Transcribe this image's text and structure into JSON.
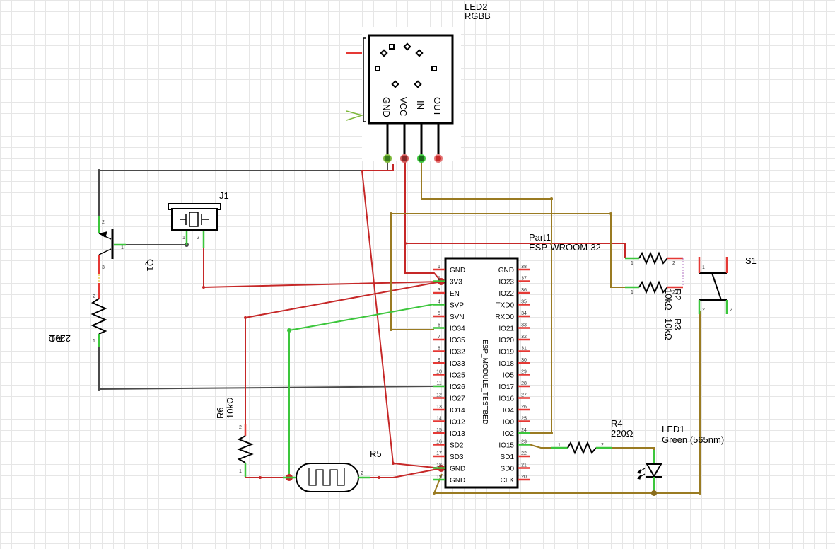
{
  "led2": {
    "ref": "LED2",
    "name": "RGBB",
    "pins": [
      "GND",
      "VCC",
      "IN",
      "OUT"
    ]
  },
  "esp": {
    "ref": "Part1",
    "name": "ESP-WROOM-32",
    "body_label": "ESP_MODULE_TESTBED",
    "left_pins": [
      {
        "num": "1",
        "name": "GND"
      },
      {
        "num": "2",
        "name": "3V3"
      },
      {
        "num": "3",
        "name": "EN"
      },
      {
        "num": "4",
        "name": "SVP"
      },
      {
        "num": "5",
        "name": "SVN"
      },
      {
        "num": "6",
        "name": "IO34"
      },
      {
        "num": "7",
        "name": "IO35"
      },
      {
        "num": "8",
        "name": "IO32"
      },
      {
        "num": "9",
        "name": "IO33"
      },
      {
        "num": "10",
        "name": "IO25"
      },
      {
        "num": "11",
        "name": "IO26"
      },
      {
        "num": "12",
        "name": "IO27"
      },
      {
        "num": "13",
        "name": "IO14"
      },
      {
        "num": "14",
        "name": "IO12"
      },
      {
        "num": "15",
        "name": "IO13"
      },
      {
        "num": "16",
        "name": "SD2"
      },
      {
        "num": "17",
        "name": "SD3"
      },
      {
        "num": "18",
        "name": "GND"
      },
      {
        "num": "19",
        "name": "GND"
      }
    ],
    "right_pins": [
      {
        "num": "38",
        "name": "GND"
      },
      {
        "num": "37",
        "name": "IO23"
      },
      {
        "num": "36",
        "name": "IO22"
      },
      {
        "num": "35",
        "name": "TXD0"
      },
      {
        "num": "34",
        "name": "RXD0"
      },
      {
        "num": "33",
        "name": "IO21"
      },
      {
        "num": "32",
        "name": "IO20"
      },
      {
        "num": "31",
        "name": "IO19"
      },
      {
        "num": "30",
        "name": "IO18"
      },
      {
        "num": "29",
        "name": "IO5"
      },
      {
        "num": "28",
        "name": "IO17"
      },
      {
        "num": "27",
        "name": "IO16"
      },
      {
        "num": "26",
        "name": "IO4"
      },
      {
        "num": "25",
        "name": "IO0"
      },
      {
        "num": "24",
        "name": "IO2"
      },
      {
        "num": "23",
        "name": "IO15"
      },
      {
        "num": "22",
        "name": "SD1"
      },
      {
        "num": "21",
        "name": "SD0"
      },
      {
        "num": "20",
        "name": "CLK"
      }
    ]
  },
  "components": {
    "j1": {
      "ref": "J1"
    },
    "q1": {
      "ref": "Q1"
    },
    "r1": {
      "ref": "R1",
      "value": "220Ω"
    },
    "r2": {
      "ref": "R2",
      "value": "10kΩ"
    },
    "r3": {
      "ref": "R3",
      "value": "10kΩ"
    },
    "r4": {
      "ref": "R4",
      "value": "220Ω"
    },
    "r5": {
      "ref": "R5"
    },
    "r6": {
      "ref": "R6",
      "value": "10kΩ"
    },
    "s1": {
      "ref": "S1"
    },
    "led1": {
      "ref": "LED1",
      "value": "Green (565nm)"
    }
  },
  "pin_numbers": {
    "one": "1",
    "two": "2",
    "three": "3"
  },
  "colors": {
    "wire_red": "#c62828",
    "wire_brown": "#9a7b22",
    "wire_black": "#4a4a4a",
    "pin_green": "#3cc63c",
    "pin_red": "#e53935"
  }
}
